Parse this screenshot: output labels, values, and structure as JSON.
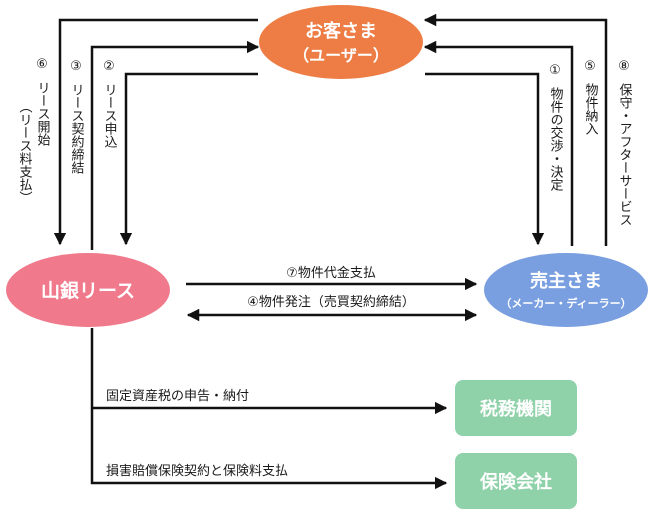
{
  "nodes": {
    "customer": {
      "line1": "お客さま",
      "line2": "（ユーザー）",
      "color": "#ED7D45"
    },
    "bank": {
      "label": "山銀リース",
      "color": "#F07A8C"
    },
    "seller": {
      "line1": "売主さま",
      "line2": "（メーカー・ディーラー）",
      "color": "#7A9FE0"
    },
    "tax_office": {
      "label": "税務機関",
      "color": "#8FD1A9"
    },
    "insurer": {
      "label": "保険会社",
      "color": "#8FD1A9"
    }
  },
  "flows": {
    "f1": {
      "num": "①",
      "text": "物件の交渉・決定"
    },
    "f2": {
      "num": "②",
      "text": "リース申込"
    },
    "f3": {
      "num": "③",
      "text": "リース契約締結"
    },
    "f4": "④物件発注（売買契約締結）",
    "f5": {
      "num": "⑤",
      "text": "物件納入"
    },
    "f6": {
      "num": "⑥",
      "text": "リース開始",
      "paren": "（リース料支払）"
    },
    "f7": "⑦物件代金支払",
    "f8": {
      "num": "⑧",
      "text": "保守・アフターサービス"
    },
    "tax": "固定資産税の申告・納付",
    "insurance": "損害賠償保険契約と保険料支払"
  }
}
